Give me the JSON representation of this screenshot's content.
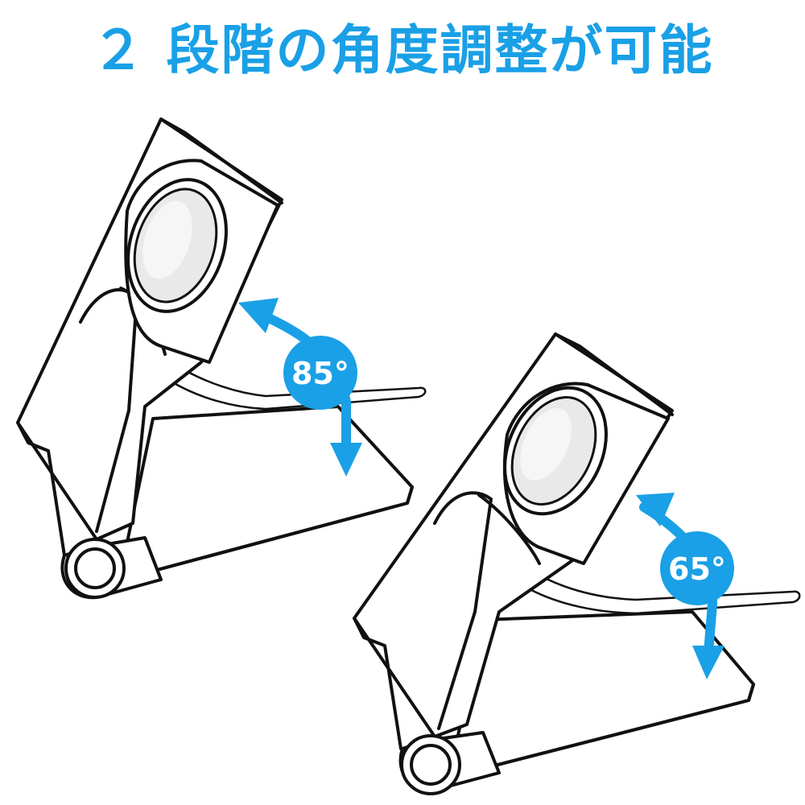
{
  "headline": "２ 段階の角度調整が可能",
  "stands": [
    {
      "angle_label": "85°"
    },
    {
      "angle_label": "65°"
    }
  ],
  "colors": {
    "accent": "#1aa0e6",
    "line": "#111111",
    "background": "#ffffff"
  }
}
